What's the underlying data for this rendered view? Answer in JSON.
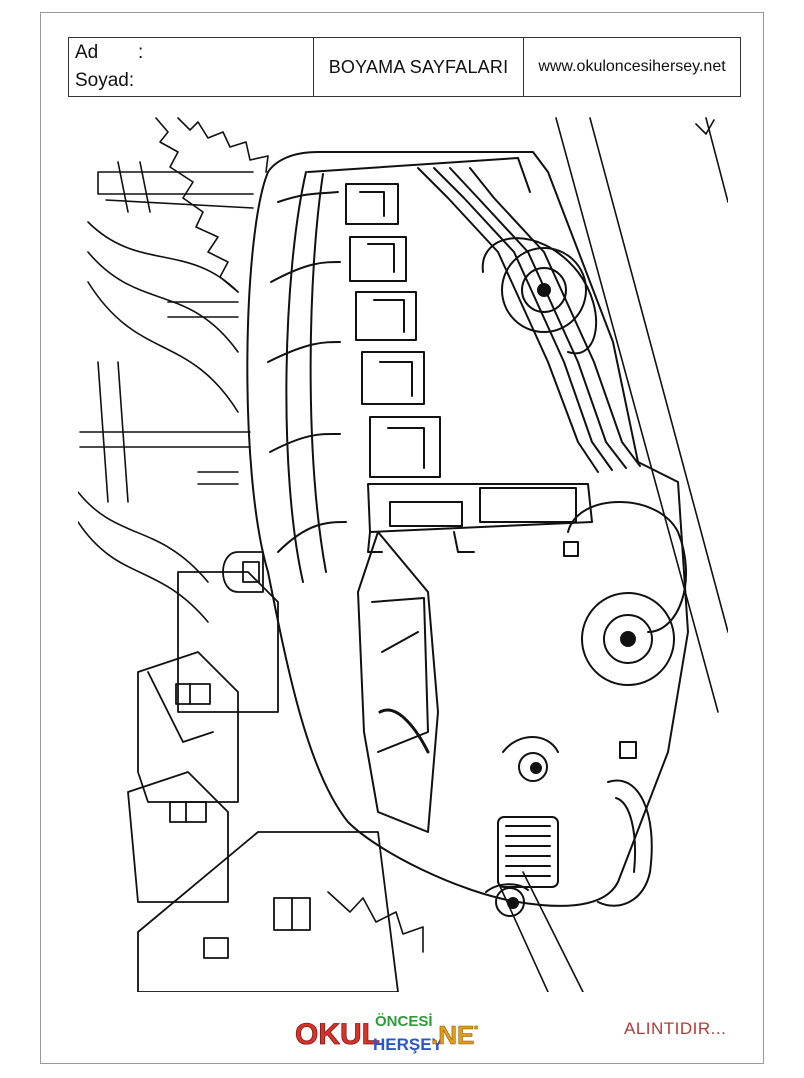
{
  "header": {
    "name_label": "Ad",
    "name_colon": ":",
    "surname_label": "Soyad:",
    "title": "BOYAMA SAYFALARI",
    "website": "www.okuloncesihersey.net"
  },
  "logo": {
    "word1": "OKUL",
    "word2": "ÖNCESİ",
    "word3": "HERŞEY",
    "word4": ".NET",
    "colors": [
      "#d9322b",
      "#2a9d3a",
      "#2b56c9",
      "#e39b1e",
      "#8d3fb5"
    ]
  },
  "footer": {
    "credit": "ALINTIDIR..."
  },
  "illustration": {
    "subject": "bus-with-face",
    "style": "black-outline-coloring-page"
  }
}
